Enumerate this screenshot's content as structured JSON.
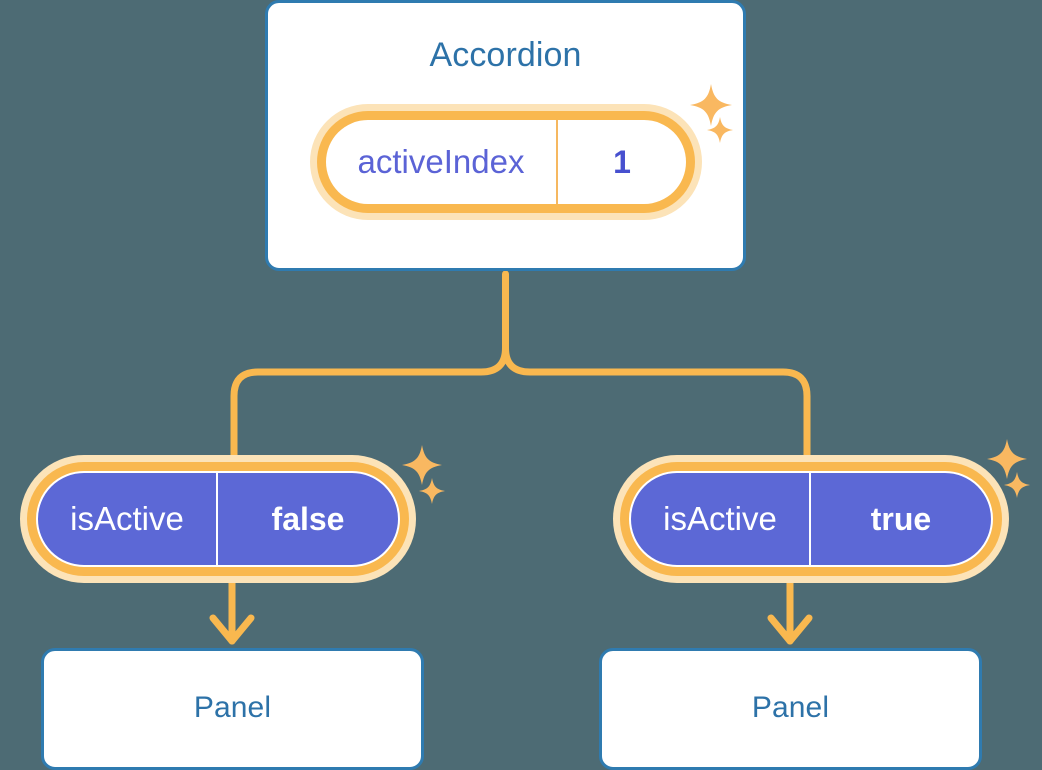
{
  "background_color": "#4d6b74",
  "palette": {
    "card_border": "#2f7bb0",
    "card_text": "#2d72a8",
    "pill_ring": "#f9b84f",
    "pill_halo": "#fce3b8",
    "pill_purple": "#5c68d6",
    "key_text_light": "#5b63d6",
    "value_text": "#4750cf",
    "connector": "#f9b84f",
    "sparkle": "#f9b861"
  },
  "diagram": {
    "type": "component-state-tree",
    "root": {
      "title": "Accordion",
      "state": {
        "key": "activeIndex",
        "value": "1"
      }
    },
    "branches": [
      {
        "state": {
          "key": "isActive",
          "value": "false"
        },
        "child": {
          "title": "Panel"
        }
      },
      {
        "state": {
          "key": "isActive",
          "value": "true"
        },
        "child": {
          "title": "Panel"
        }
      }
    ]
  },
  "icons": {
    "sparkle_large": "sparkle-icon",
    "sparkle_small": "sparkle-small-icon",
    "arrow_down": "arrow-down-icon"
  }
}
